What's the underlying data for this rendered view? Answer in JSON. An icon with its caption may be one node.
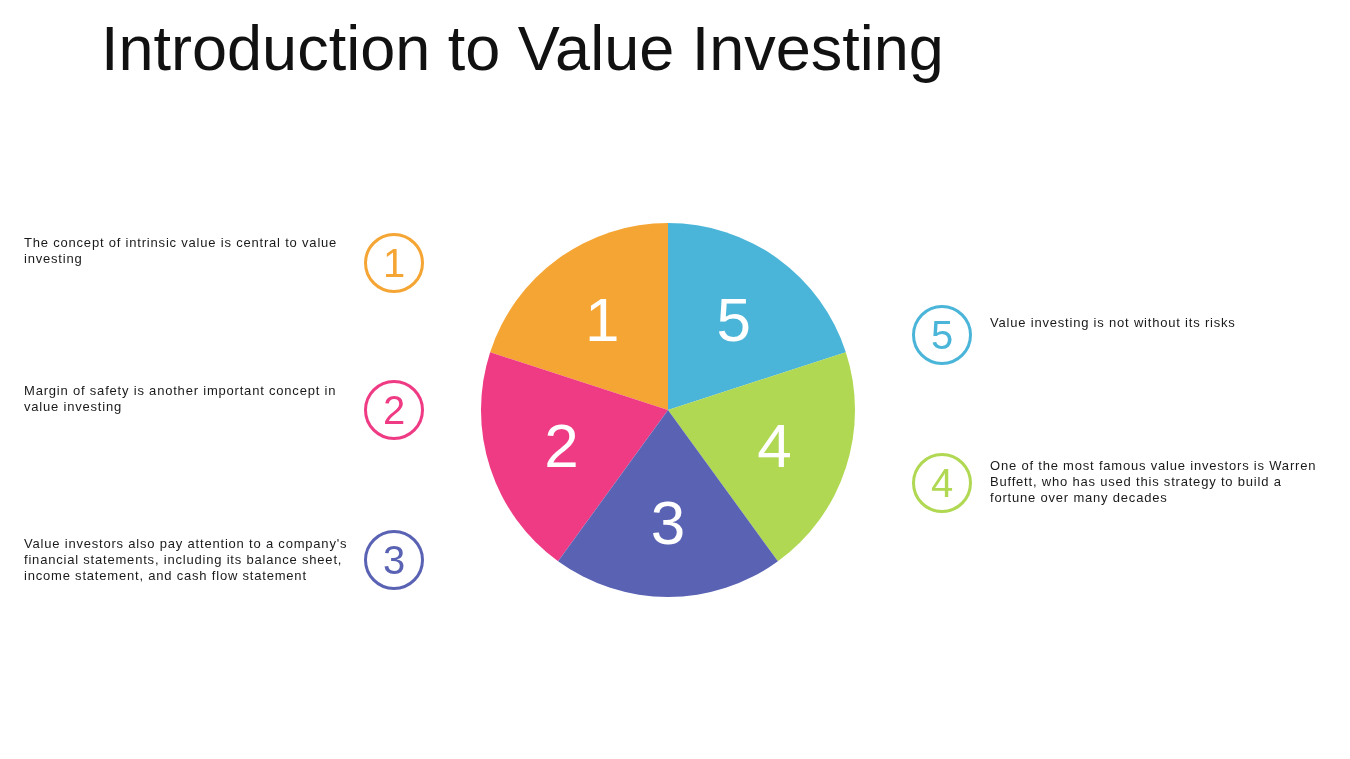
{
  "diagram": {
    "title": "Introduction to Value Investing",
    "nodes": [
      {
        "text": [
          "1"
        ],
        "beside": [
          "The concept of intrinsic value is central to value investing"
        ]
      },
      {
        "text": [
          "2"
        ],
        "beside": [
          "Margin of safety is another important concept in value investing"
        ]
      },
      {
        "text": [
          "3"
        ],
        "beside": [
          "Value investors also pay attention to a company's financial statements, including its balance sheet, income statement, and cash flow statement"
        ]
      },
      {
        "text": [
          "1"
        ]
      },
      {
        "text": [
          "5"
        ]
      },
      {
        "text": [
          "2"
        ]
      },
      {
        "text": [
          "4"
        ]
      },
      {
        "text": [
          "3"
        ]
      },
      {
        "text": [
          "5"
        ],
        "beside": [
          "Value investing is not without its risks"
        ]
      },
      {
        "text": [
          "4"
        ],
        "beside": [
          "One of the most famous value investors is Warren Buffett, who has used this strategy to build a fortune over many decades"
        ]
      }
    ]
  }
}
